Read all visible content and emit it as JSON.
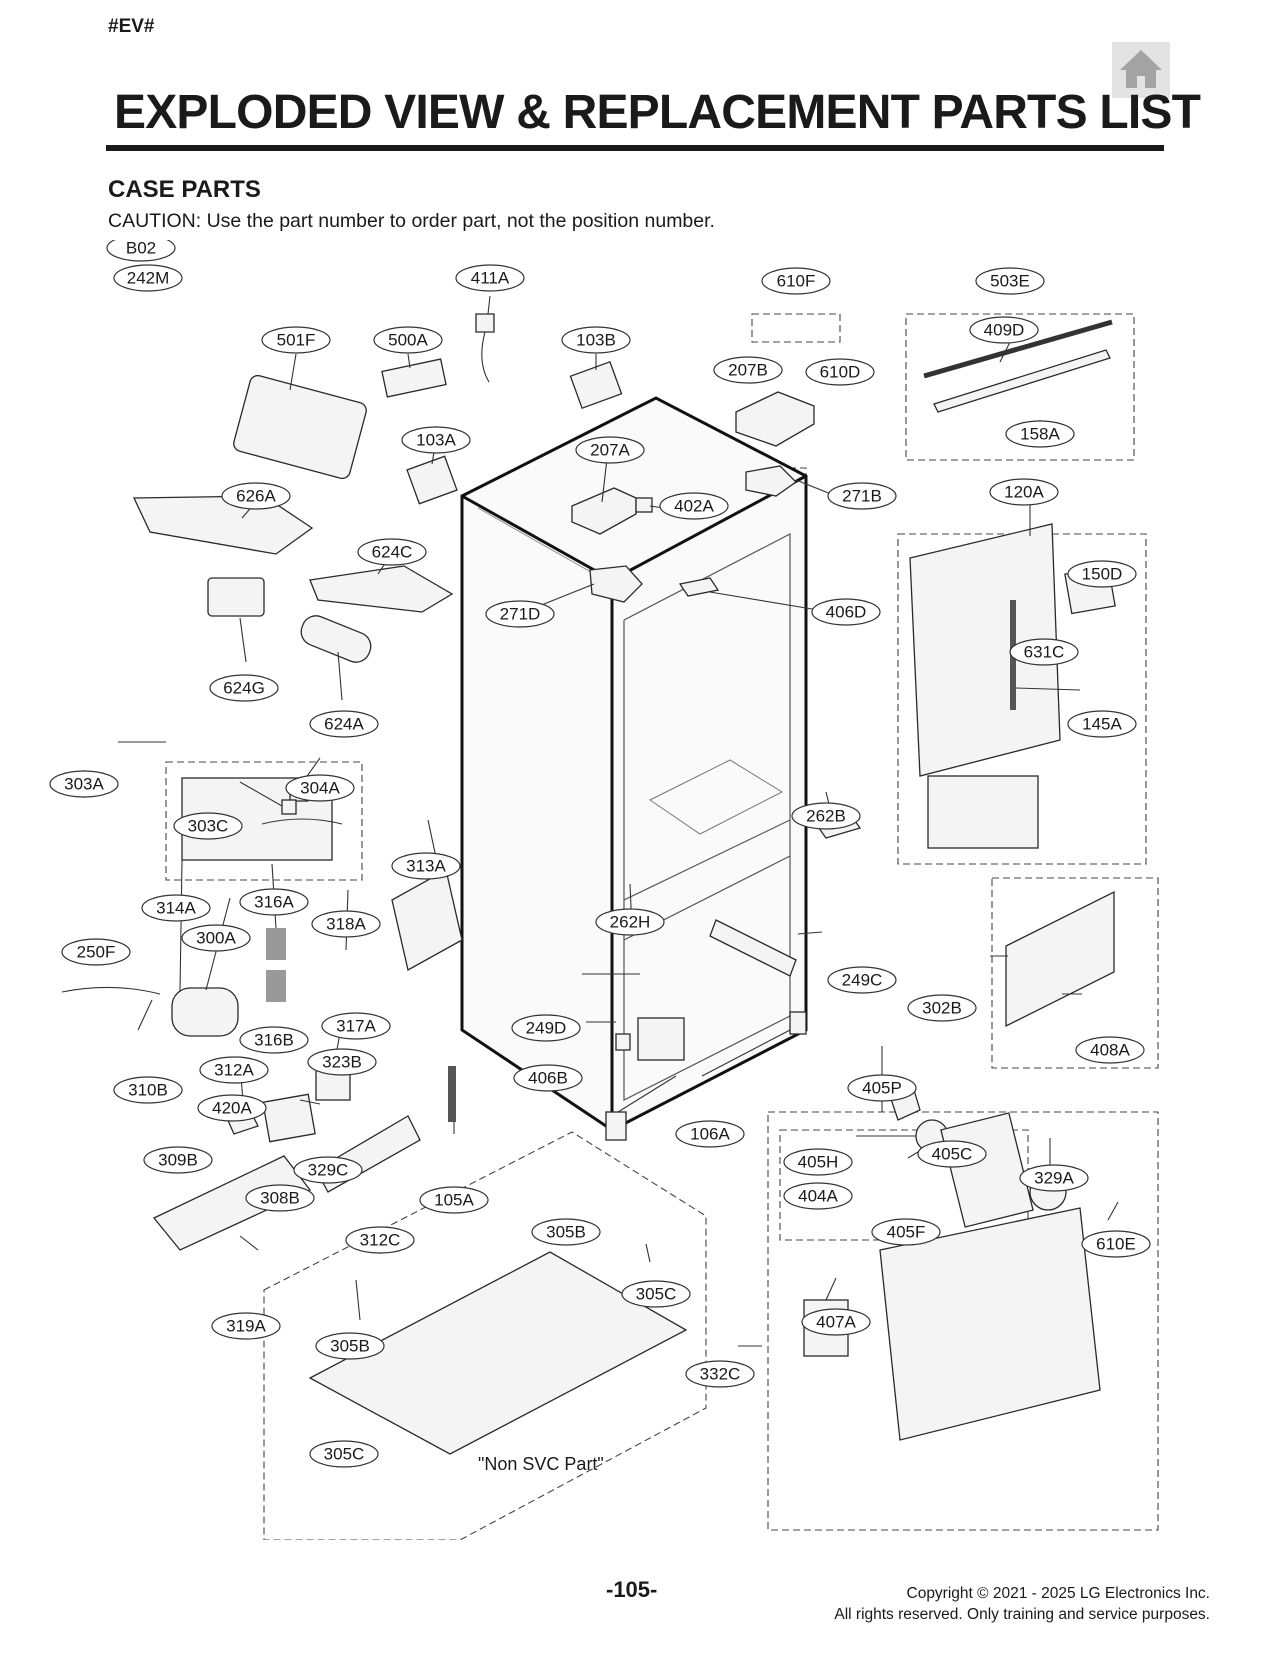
{
  "header": {
    "doc_code": "#EV#",
    "title": "EXPLODED VIEW & REPLACEMENT PARTS LIST",
    "section": "CASE PARTS",
    "caution": "CAUTION: Use the part number to order part, not the position number.",
    "home_icon": "home-icon"
  },
  "diagram": {
    "callouts": [
      "B02",
      "242M",
      "411A",
      "610F",
      "503E",
      "501F",
      "500A",
      "103B",
      "409D",
      "207B",
      "610D",
      "158A",
      "103A",
      "207A",
      "626A",
      "402A",
      "271B",
      "120A",
      "624C",
      "150D",
      "271D",
      "406D",
      "631C",
      "624G",
      "624A",
      "145A",
      "303A",
      "304A",
      "303C",
      "262B",
      "313A",
      "316A",
      "314A",
      "262H",
      "318A",
      "300A",
      "250F",
      "249C",
      "302B",
      "249D",
      "317A",
      "316B",
      "408A",
      "312A",
      "323B",
      "406B",
      "310B",
      "405P",
      "420A",
      "106A",
      "405C",
      "309B",
      "405H",
      "329A",
      "329C",
      "308B",
      "105A",
      "404A",
      "312C",
      "405F",
      "305B",
      "610E",
      "305C",
      "319A",
      "407A",
      "305B",
      "332C",
      "305C"
    ],
    "note": "\"Non SVC Part\""
  },
  "footer": {
    "page": "-105-",
    "copyright": "Copyright © 2021 - 2025 LG Electronics Inc.",
    "rights": "All rights reserved. Only training and service purposes."
  }
}
